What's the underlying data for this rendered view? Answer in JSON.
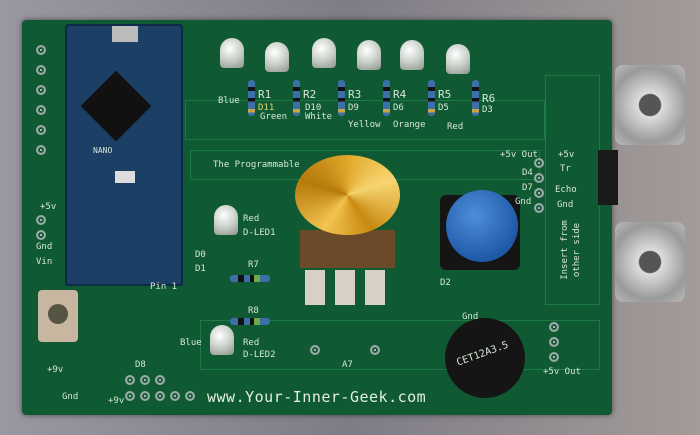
{
  "board": {
    "url": "www.Your-Inner-Geek.com",
    "title_partial": "The Programmable",
    "nano_label": "NANO",
    "leds": [
      {
        "color": "Blue",
        "res": "R1",
        "pin": "D11"
      },
      {
        "color": "Green",
        "res": "R2",
        "pin": "D10"
      },
      {
        "color": "White",
        "res": "R3",
        "pin": "D9"
      },
      {
        "color": "Yellow",
        "res": "R4",
        "pin": "D6"
      },
      {
        "color": "Orange",
        "res": "R5",
        "pin": "D5"
      },
      {
        "color": "Red",
        "res": "R6",
        "pin": "D3"
      }
    ],
    "sensor": {
      "out1": "+5v Out",
      "d4": "D4",
      "d7": "D7",
      "gnd1": "Gnd",
      "p5v": "+5v",
      "trig": "Tr",
      "echo": "Echo",
      "gnd2": "Gnd",
      "insert": "Insert from",
      "other": "other side",
      "out2": "+5v Out"
    },
    "dled1": {
      "red": "Red",
      "name": "D-LED1",
      "d0": "D0",
      "d1": "D1",
      "r7": "R7"
    },
    "dled2": {
      "blue": "Blue",
      "red": "Red",
      "name": "D-LED2",
      "r8": "R8"
    },
    "misc": {
      "pin1": "Pin 1",
      "d8": "D8",
      "p9v": "+9v",
      "p9v2": "+9v",
      "gnd": "Gnd",
      "gnd_left": "Gnd",
      "vin": "Vin",
      "p5v_left": "+5v",
      "a7": "A7",
      "d2": "D2",
      "gnd_buzz": "Gnd",
      "buzzer": "CET12A3.5"
    }
  }
}
